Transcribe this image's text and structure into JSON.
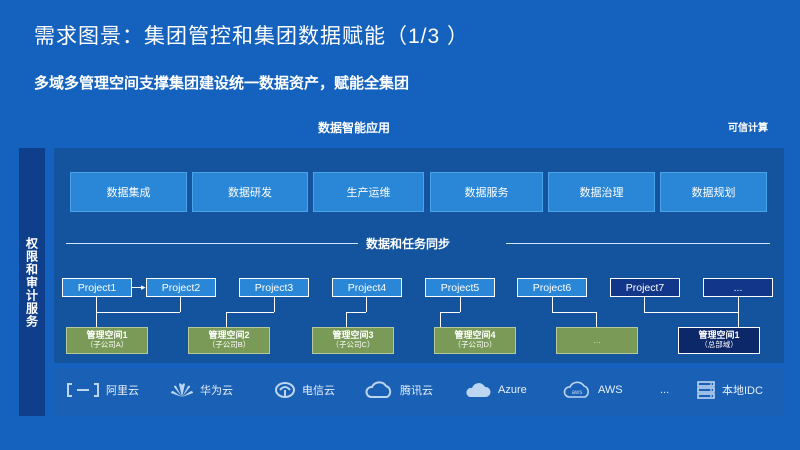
{
  "header": {
    "title": "需求图景：集团管控和集团数据赋能（1/3 ）",
    "subtitle": "多域多管理空间支撑集团建设统一数据资产，赋能全集团"
  },
  "top_labels": {
    "app": "数据智能应用",
    "trust": "可信计算"
  },
  "side_bar": {
    "label": "权限和审计服务"
  },
  "apps": [
    {
      "label": "数据集成"
    },
    {
      "label": "数据研发"
    },
    {
      "label": "生产运维"
    },
    {
      "label": "数据服务"
    },
    {
      "label": "数据治理"
    },
    {
      "label": "数据规划"
    }
  ],
  "sync": {
    "label": "数据和任务同步"
  },
  "projects": [
    {
      "label": "Project1"
    },
    {
      "label": "Project2"
    },
    {
      "label": "Project3"
    },
    {
      "label": "Project4"
    },
    {
      "label": "Project5"
    },
    {
      "label": "Project6"
    },
    {
      "label": "Project7"
    },
    {
      "label": "..."
    }
  ],
  "spaces": [
    {
      "name": "管理空间1",
      "sub": "（子公司A）"
    },
    {
      "name": "管理空间2",
      "sub": "（子公司B）"
    },
    {
      "name": "管理空间3",
      "sub": "（子公司C）"
    },
    {
      "name": "管理空间4",
      "sub": "（子公司D）"
    },
    {
      "name": "...",
      "sub": ""
    },
    {
      "name": "管理空间1",
      "sub": "（总部域）"
    }
  ],
  "clouds": [
    {
      "icon": "aliyun-icon",
      "label": "阿里云"
    },
    {
      "icon": "huawei-icon",
      "label": "华为云"
    },
    {
      "icon": "telecom-icon",
      "label": "电信云"
    },
    {
      "icon": "tencent-icon",
      "label": "腾讯云"
    },
    {
      "icon": "azure-icon",
      "label": "Azure"
    },
    {
      "icon": "aws-icon",
      "label": "AWS"
    },
    {
      "icon": "",
      "label": "..."
    },
    {
      "icon": "server-icon",
      "label": "本地IDC"
    }
  ],
  "colors": {
    "background": "#1462bd",
    "panel": "#14549f",
    "app_box": "#2a86d6",
    "space_green": "#7a9a58",
    "dark_navy": "#0d2868"
  }
}
